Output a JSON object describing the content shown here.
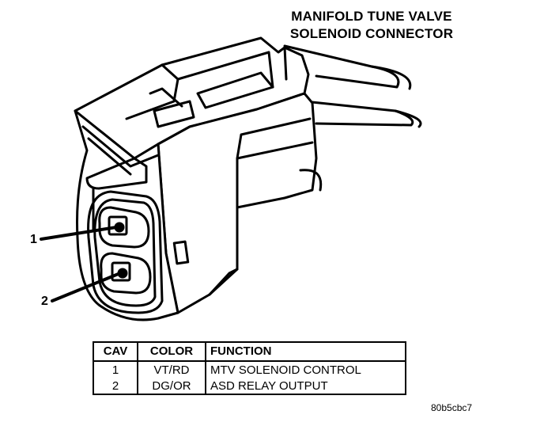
{
  "title": {
    "line1": "MANIFOLD TUNE VALVE",
    "line2": "SOLENOID CONNECTOR"
  },
  "callouts": [
    "1",
    "2"
  ],
  "table": {
    "headers": [
      "CAV",
      "COLOR",
      "FUNCTION"
    ],
    "rows": [
      {
        "cav": "1",
        "color": "VT/RD",
        "function": "MTV SOLENOID CONTROL"
      },
      {
        "cav": "2",
        "color": "DG/OR",
        "function": "ASD RELAY OUTPUT"
      }
    ]
  },
  "figure_code": "80b5cbc7"
}
